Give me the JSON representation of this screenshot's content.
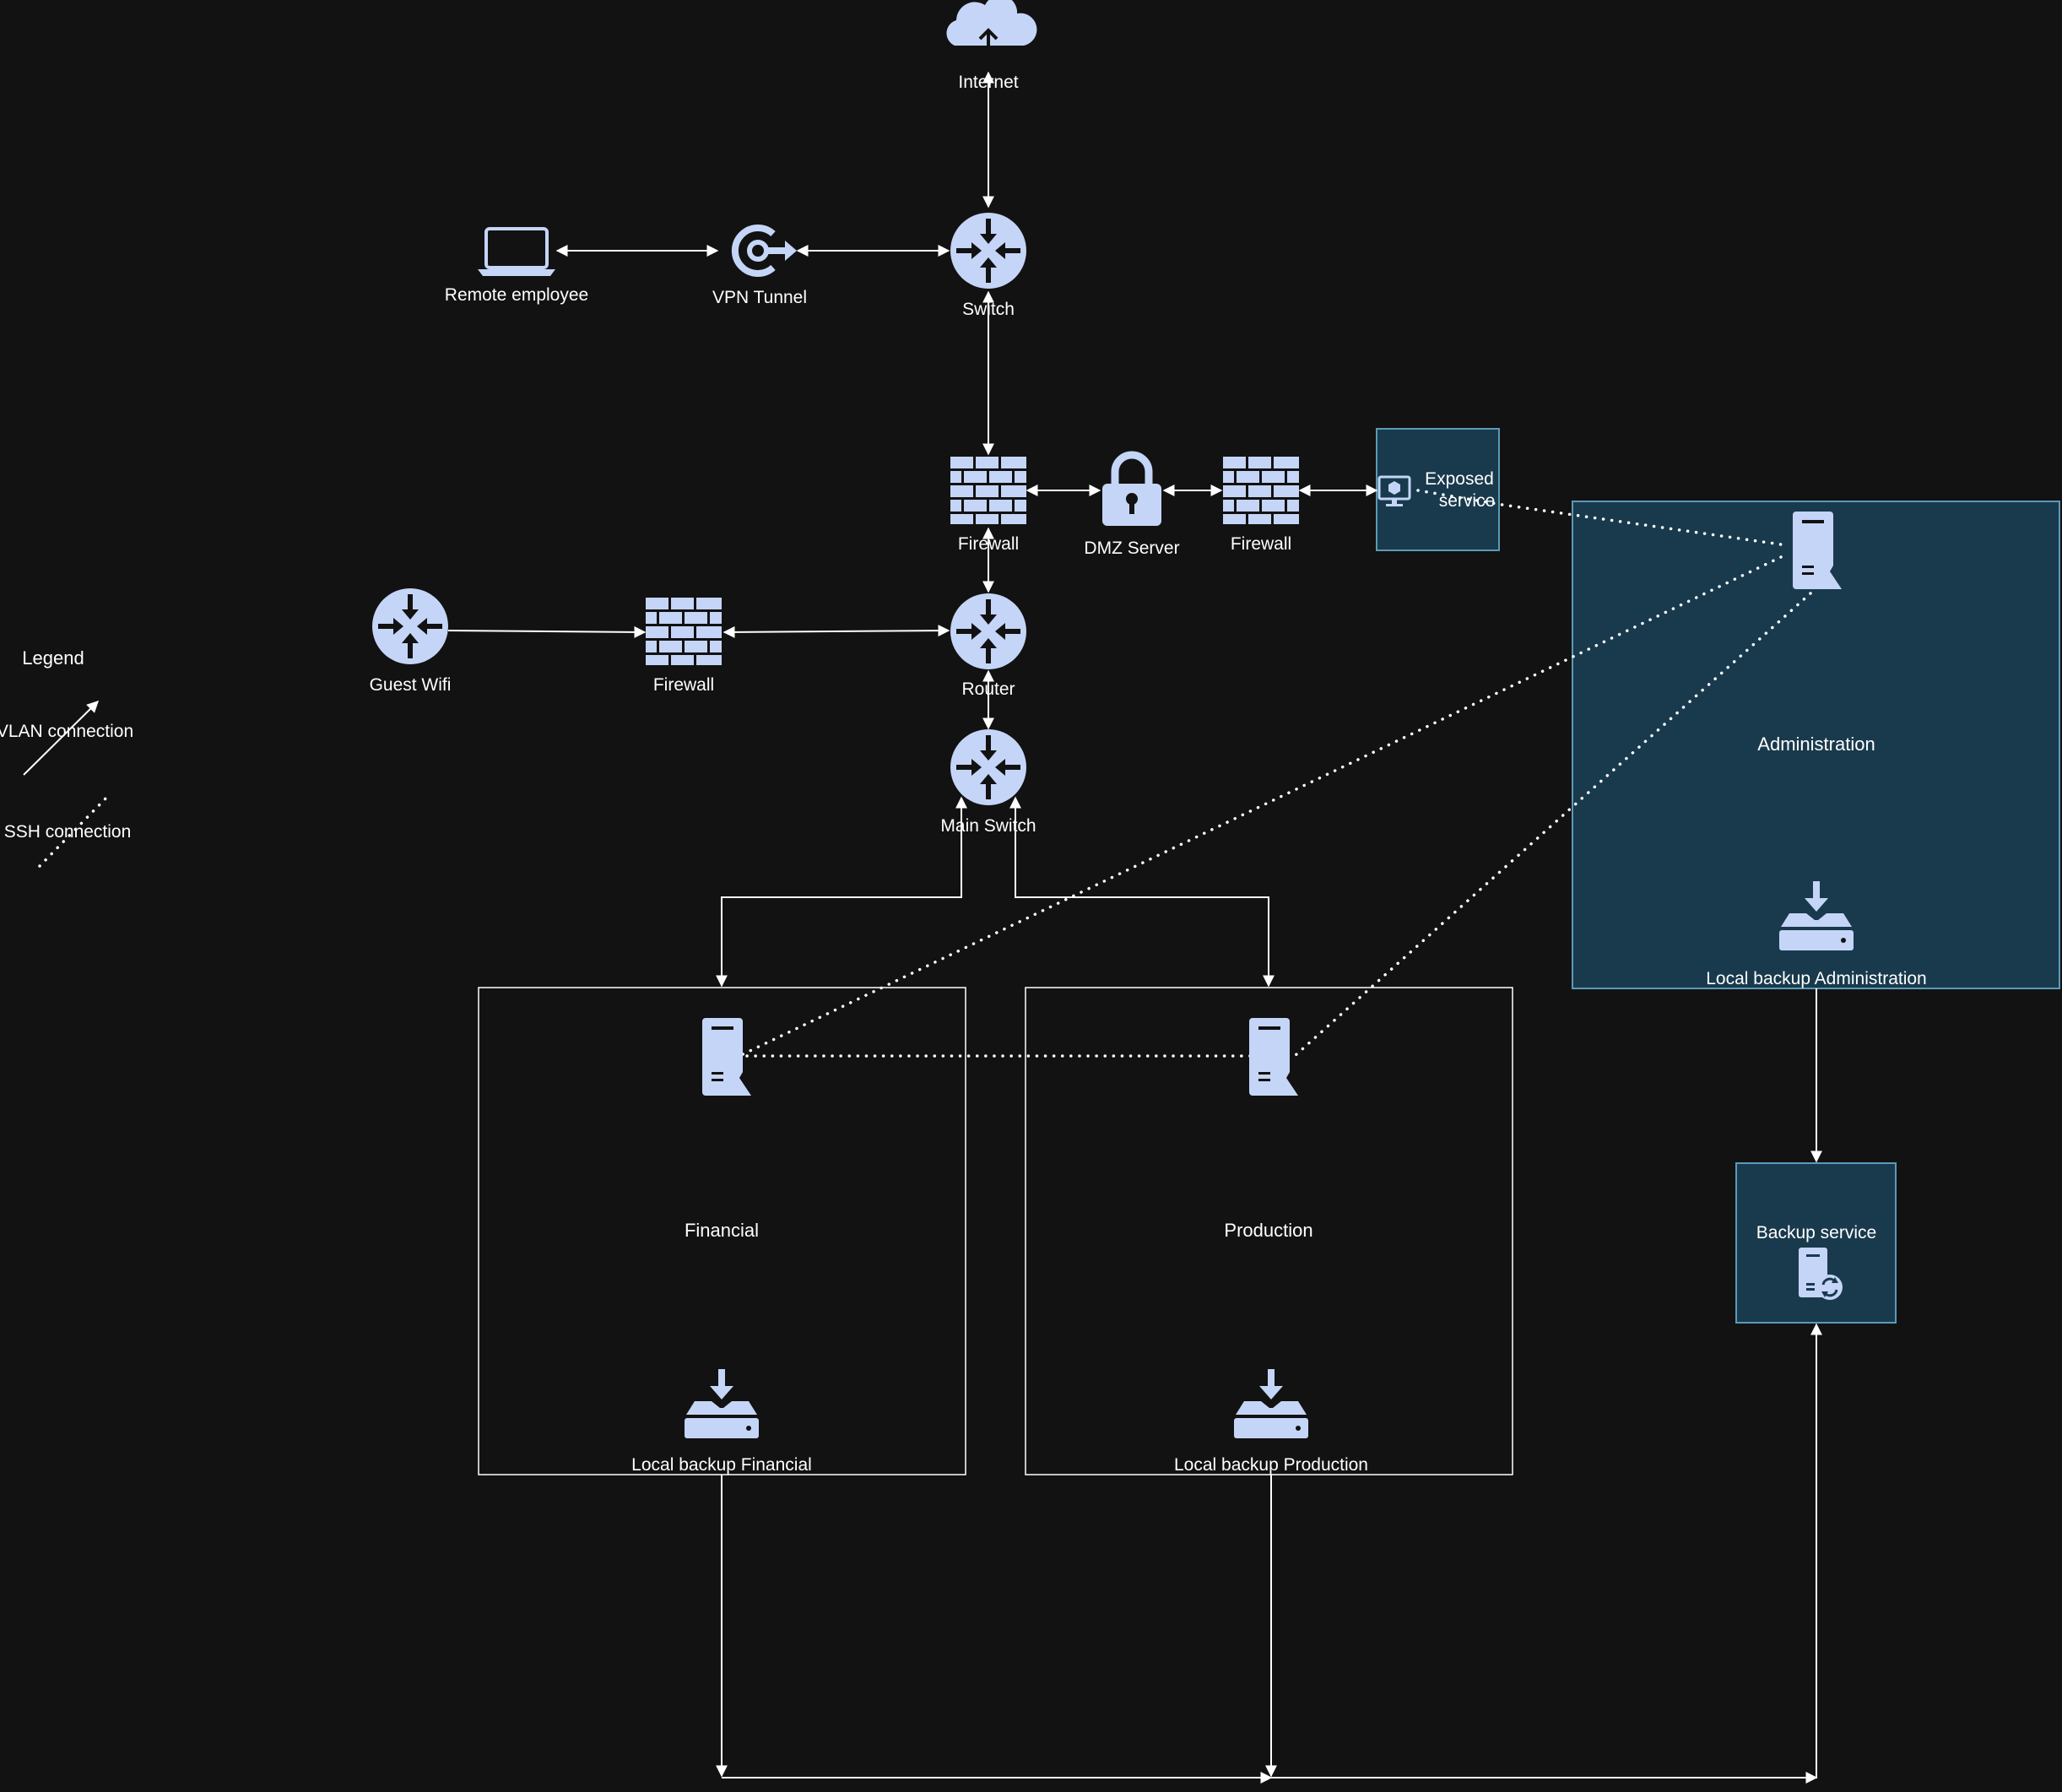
{
  "nodes": {
    "internet": "Internet",
    "remote_employee": "Remote employee",
    "vpn_tunnel": "VPN Tunnel",
    "switch": "Switch",
    "firewall_top": "Firewall",
    "dmz_server": "DMZ Server",
    "firewall_right": "Firewall",
    "exposed_service": [
      "Exposed",
      "service"
    ],
    "guest_wifi": "Guest Wifi",
    "firewall_guest": "Firewall",
    "router": "Router",
    "main_switch": "Main Switch",
    "backup_service": "Backup service"
  },
  "zones": {
    "financial": "Financial",
    "production": "Production",
    "administration": "Administration",
    "local_backup_financial": "Local backup Financial",
    "local_backup_production": "Local backup Production",
    "local_backup_administration": "Local backup Administration"
  },
  "legend": {
    "title": "Legend",
    "vlan": "VLAN connection",
    "ssh": "SSH connection"
  },
  "colors": {
    "background": "#121212",
    "icon": "#c5d5f7",
    "zone_fill": "#193a4d",
    "zone_border": "#5a9ab8",
    "line": "#ffffff"
  }
}
